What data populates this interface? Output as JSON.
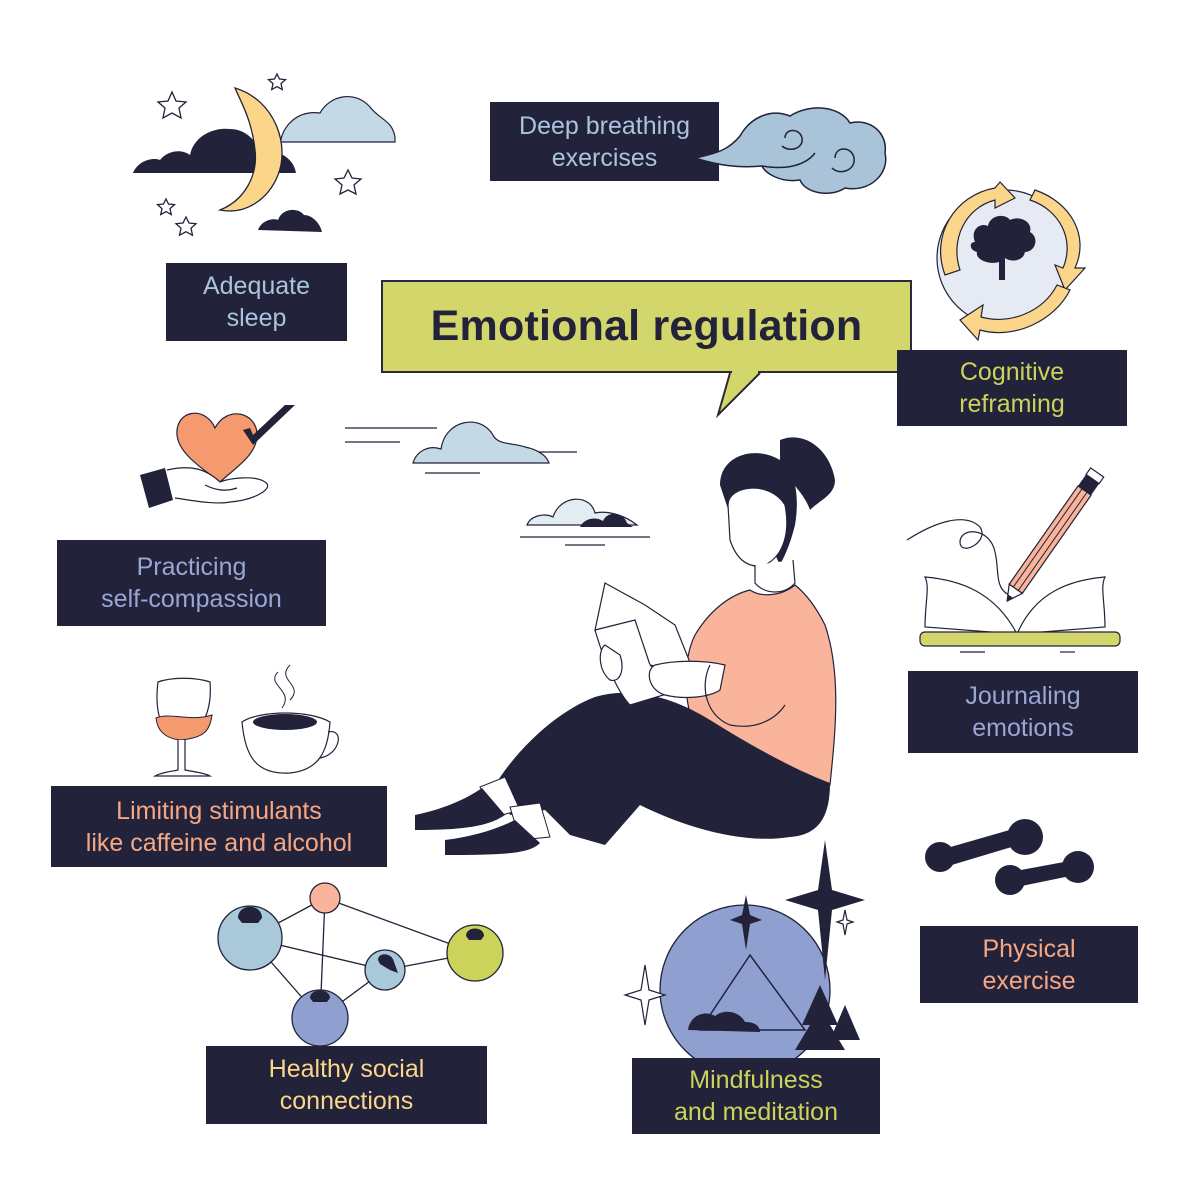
{
  "title": "Emotional regulation",
  "colors": {
    "navy": "#22223a",
    "title_bg": "#d3d66b",
    "light_blue": "#c4d9e6",
    "periwinkle": "#8f9fcf",
    "peach": "#f9b49b",
    "coral": "#f59a6e",
    "yellow": "#fbd68a",
    "lime": "#ccd35a"
  },
  "strategies": [
    {
      "id": "sleep",
      "line1": "Adequate",
      "line2": "sleep",
      "text_color": "#a9c4dd",
      "icon": "moon-clouds-stars-icon"
    },
    {
      "id": "breathing",
      "line1": "Deep breathing",
      "line2": "exercises",
      "text_color": "#a9c4dd",
      "icon": "swirl-cloud-icon"
    },
    {
      "id": "cognitive",
      "line1": "Cognitive",
      "line2": "reframing",
      "text_color": "#ccd35a",
      "icon": "brain-cycle-icon"
    },
    {
      "id": "compassion",
      "line1": "Practicing",
      "line2": "self-compassion",
      "text_color": "#9aa6d6",
      "icon": "hand-heart-check-icon"
    },
    {
      "id": "journaling",
      "line1": "Journaling",
      "line2": "emotions",
      "text_color": "#9aa6d6",
      "icon": "pencil-book-icon"
    },
    {
      "id": "stimulants",
      "line1": "Limiting stimulants",
      "line2": "like caffeine and alcohol",
      "text_color": "#f5a784",
      "icon": "wine-coffee-icon"
    },
    {
      "id": "exercise",
      "line1": "Physical",
      "line2": "exercise",
      "text_color": "#f5a784",
      "icon": "dumbbells-icon"
    },
    {
      "id": "social",
      "line1": "Healthy social",
      "line2": "connections",
      "text_color": "#fbd68a",
      "icon": "people-network-icon"
    },
    {
      "id": "mindfulness",
      "line1": "Mindfulness",
      "line2": "and meditation",
      "text_color": "#ccd35a",
      "icon": "mountain-sparkles-icon"
    }
  ]
}
